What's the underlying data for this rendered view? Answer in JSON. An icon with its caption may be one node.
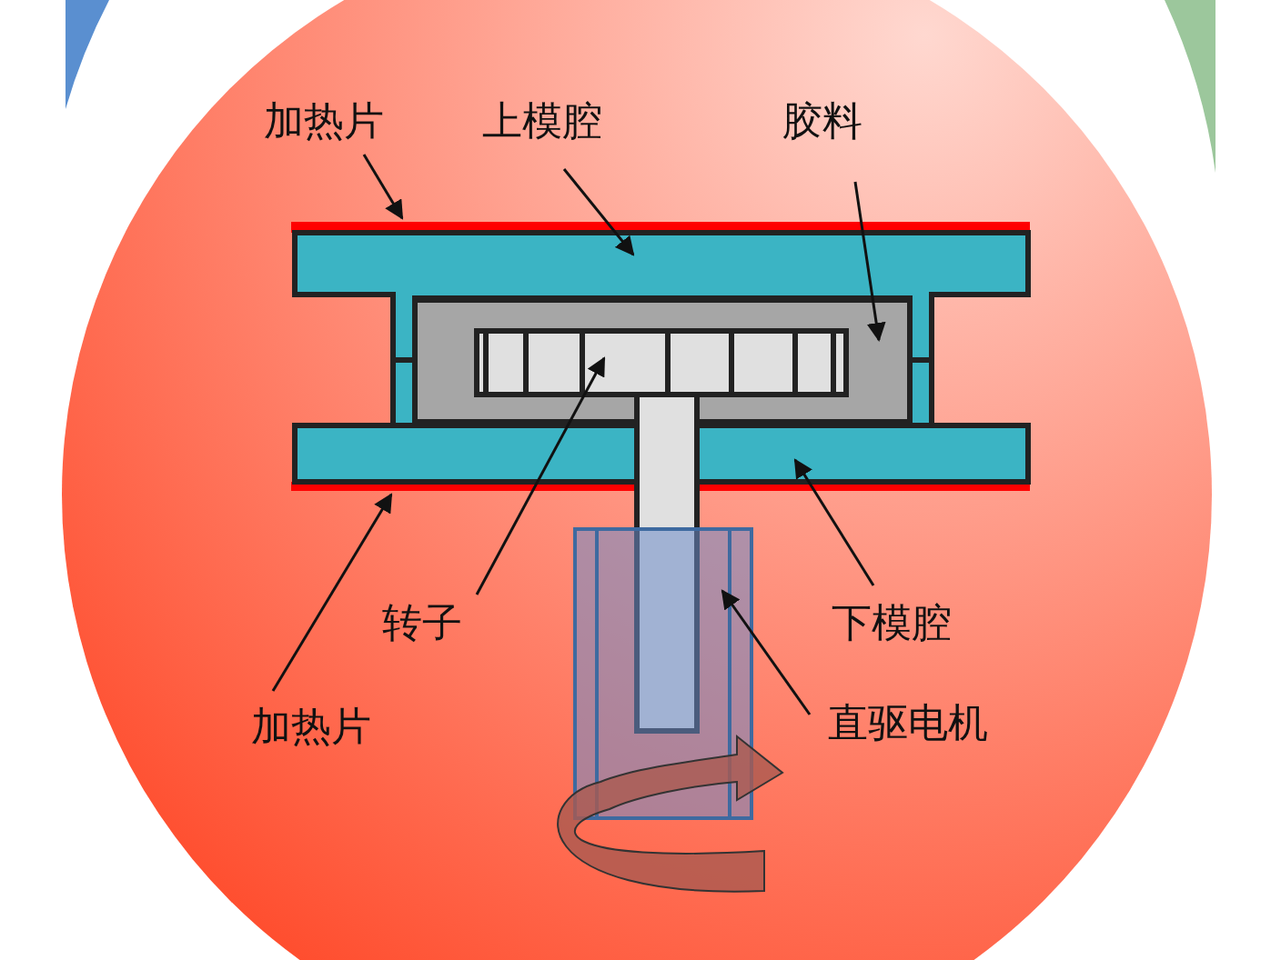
{
  "diagram": {
    "nodes": [
      {
        "text": [
          "加热片"
        ]
      },
      {
        "text": [
          "上模腔"
        ]
      },
      {
        "text": [
          "胶料"
        ]
      },
      {
        "text": [
          "转子"
        ]
      },
      {
        "text": [
          "下模腔"
        ]
      },
      {
        "text": [
          "加热片"
        ]
      },
      {
        "text": [
          "直驱电机"
        ]
      },
      {
        "text": [],
        "shape": "bar"
      },
      {
        "text": [],
        "shape": "box"
      },
      {
        "text": [],
        "shape": "box"
      },
      {
        "text": [],
        "shape": "picture"
      },
      {
        "text": [],
        "shape": "box"
      },
      {
        "text": [],
        "shape": "bar"
      },
      {
        "text": [],
        "shape": "picture"
      }
    ],
    "edges": [
      {
        "from": 0,
        "to": 7,
        "arrow": "to"
      },
      {
        "from": 1,
        "to": 8,
        "arrow": "to"
      },
      {
        "from": 2,
        "to": 9,
        "arrow": "to"
      },
      {
        "from": 3,
        "to": 10,
        "arrow": "to"
      },
      {
        "from": 4,
        "to": 11,
        "arrow": "to"
      },
      {
        "from": 5,
        "to": 12,
        "arrow": "to"
      },
      {
        "from": 6,
        "to": 13,
        "arrow": "to"
      }
    ]
  }
}
